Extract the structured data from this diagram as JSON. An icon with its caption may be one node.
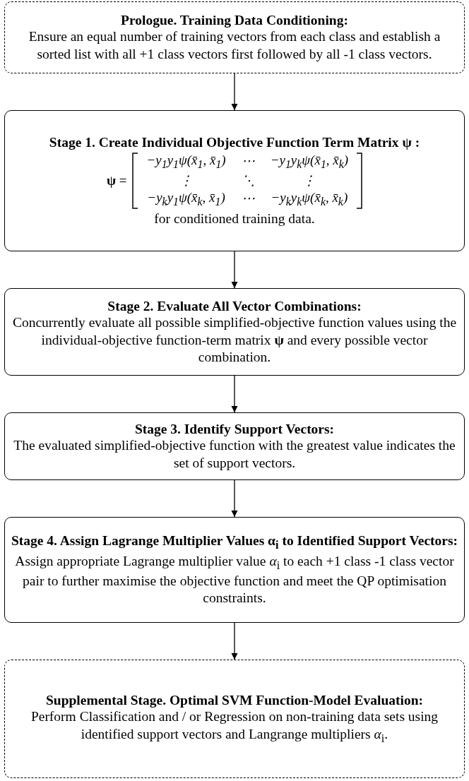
{
  "diagram": {
    "nodes": [
      {
        "text": [
          "Prologue. Training Data Conditioning:",
          "Ensure an equal number of training vectors from each class and establish a sorted list with all +1 class vectors first followed by all -1 class vectors."
        ]
      },
      {
        "text": [
          "Stage 1. Create Individual Objective Function Term Matrix ψ :",
          "**ψ** =",
          "−y$_{1}$y$_{1}$ψ(x̄$_{1}$, x̄$_{1}$)",
          "⋯",
          "−y$_{1}$y$_{k}$ψ(x̄$_{1}$, x̄$_{k}$)",
          "⋮",
          "⋱",
          "⋮",
          "−y$_{k}$y$_{1}$ψ(x̄$_{k}$, x̄$_{1}$)",
          "⋯",
          "−y$_{k}$y$_{k}$ψ(x̄$_{k}$, x̄$_{k}$)",
          "for conditioned training data."
        ]
      },
      {
        "text": [
          "Stage 2. Evaluate All Vector Combinations:",
          "Concurrently evaluate all possible simplified-objective function values using the individual-objective function-term matrix **ψ** and every possible vector combination."
        ]
      },
      {
        "text": [
          "Stage 3. Identify Support Vectors:",
          "The evaluated simplified-objective function with the greatest value indicates the set of support vectors."
        ]
      },
      {
        "text": [
          "Stage 4. Assign Lagrange Multiplier Values α$_{i}$ to Identified Support Vectors:",
          "Assign appropriate Lagrange multiplier value *α*$_{i}$ to each +1 class -1 class vector pair to further maximise the objective function and meet the QP optimisation constraints."
        ]
      },
      {
        "text": [
          "Supplemental Stage. Optimal SVM Function-Model Evaluation:",
          "Perform Classification and / or Regression on non-training data sets using identified support vectors and Langrange multipliers *α*$_{i}$."
        ]
      }
    ],
    "edges": [
      {
        "from": 0,
        "to": 1,
        "arrow": "to"
      },
      {
        "from": 1,
        "to": 2,
        "arrow": "to"
      },
      {
        "from": 2,
        "to": 3,
        "arrow": "to"
      },
      {
        "from": 3,
        "to": 4,
        "arrow": "to"
      },
      {
        "from": 4,
        "to": 5,
        "arrow": "to"
      }
    ]
  }
}
